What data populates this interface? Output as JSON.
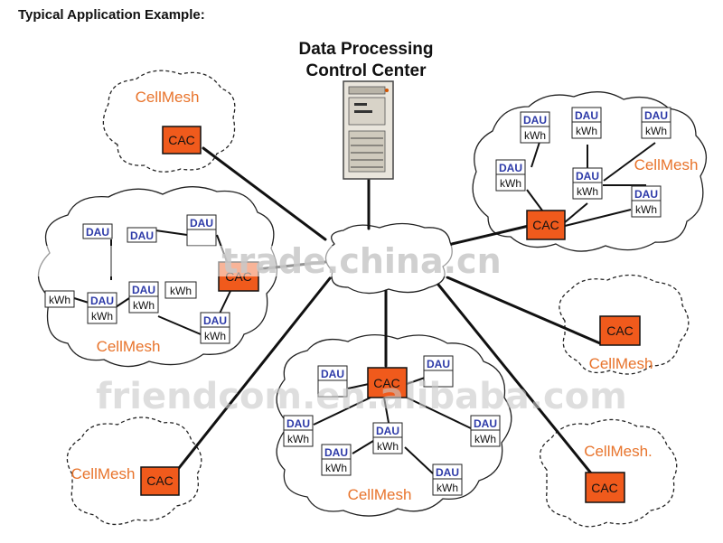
{
  "heading": "Typical Application Example:",
  "center_title": [
    "Data Processing",
    "Control Center"
  ],
  "cloud_label": "CellMesh",
  "cloud_label_dotted": "CellMesh.",
  "cac_label": "CAC",
  "dau_label": "DAU",
  "kwh_label": "kWh",
  "watermarks": [
    "trade.china.cn",
    "friendcom.en.alibaba.com"
  ],
  "colors": {
    "cac_fill": "#f05a1c",
    "label": "#e8742c",
    "dau_text": "#2d3aa8",
    "watermark": "#c8c8c8"
  },
  "icons": {
    "server": "server-cabinet-icon"
  }
}
